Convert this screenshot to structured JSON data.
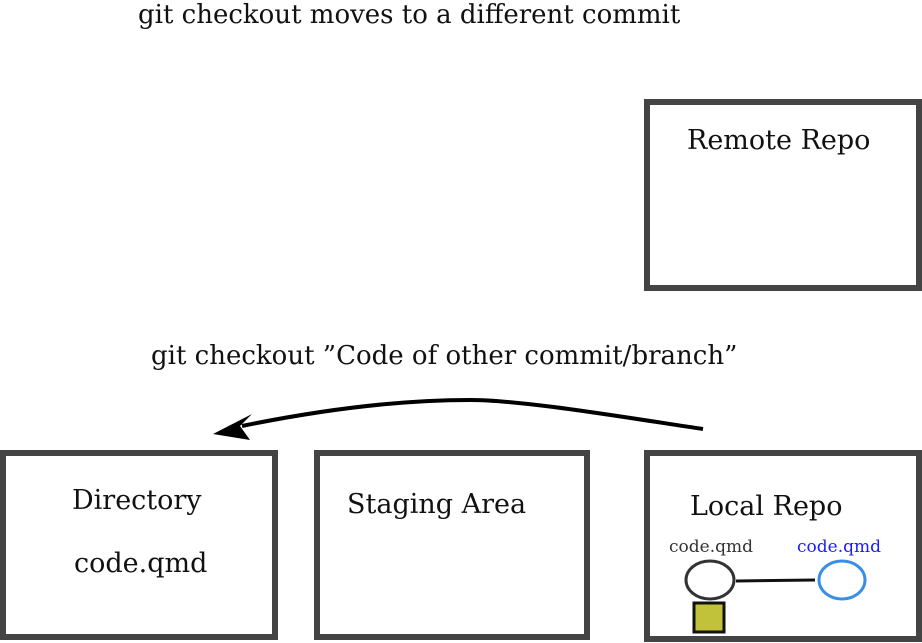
{
  "title": "git checkout moves to a different commit",
  "command_label": "git checkout ”Code of other commit/branch”",
  "boxes": {
    "remote": {
      "label": "Remote Repo"
    },
    "directory": {
      "label": "Directory",
      "file": "code.qmd"
    },
    "staging": {
      "label": "Staging Area"
    },
    "local": {
      "label": "Local Repo",
      "commits": [
        {
          "file": "code.qmd",
          "color": "#333333"
        },
        {
          "file": "code.qmd",
          "color": "#1a1aff"
        }
      ]
    }
  },
  "colors": {
    "border": "#444444",
    "arrow": "#000000",
    "commit_outline": "#333333",
    "commit_other_outline": "#3b8ee6",
    "head_marker_fill": "#c2c23a"
  }
}
